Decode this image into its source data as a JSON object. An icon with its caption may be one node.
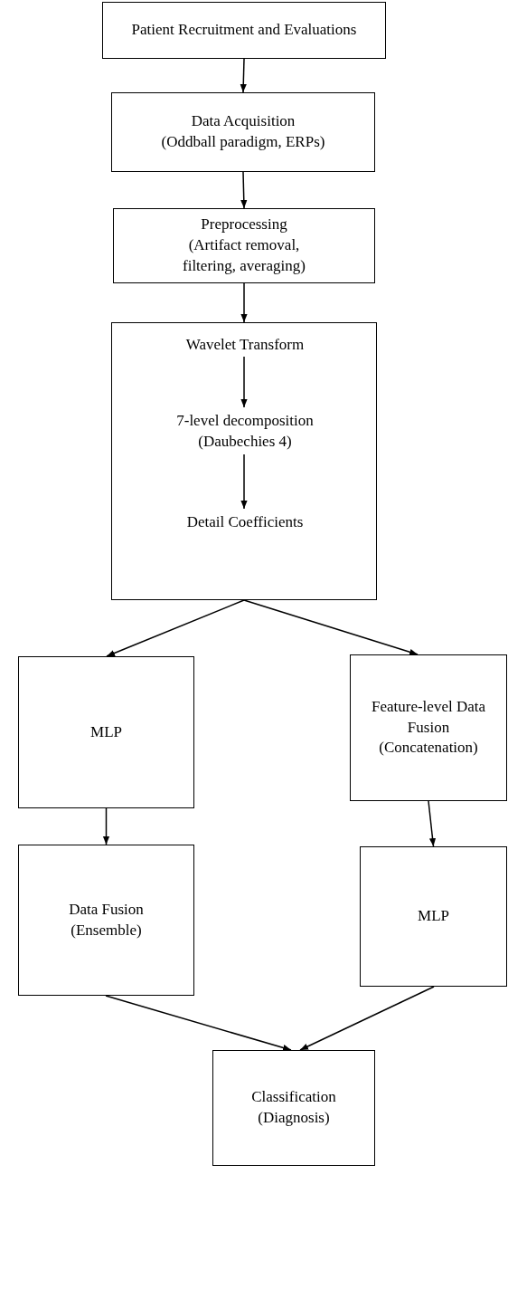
{
  "diagram": {
    "nodes": [
      {
        "text": [
          "Patient Recruitment and Evaluations"
        ]
      },
      {
        "text": [
          "Data Acquisition",
          "(Oddball paradigm, ERPs)"
        ]
      },
      {
        "text": [
          "Preprocessing",
          "(Artifact removal, filtering, averaging)"
        ]
      },
      {
        "text": [],
        "shape": "box"
      },
      {
        "text": [
          "Wavelet Transform"
        ],
        "in": 3
      },
      {
        "text": [
          "7-level decomposition",
          "(Daubechies 4)"
        ],
        "in": 3
      },
      {
        "text": [
          "Detail Coefficients"
        ],
        "in": 3
      },
      {
        "text": [
          "MLP"
        ]
      },
      {
        "text": [
          "Feature-level Data Fusion",
          "(Concatenation)"
        ]
      },
      {
        "text": [
          "Data Fusion",
          "(Ensemble)"
        ]
      },
      {
        "text": [
          "MLP"
        ]
      },
      {
        "text": [
          "Classification",
          "(Diagnosis)"
        ]
      }
    ],
    "edges": [
      {
        "from": 0,
        "to": 1,
        "arrow": "to"
      },
      {
        "from": 1,
        "to": 2,
        "arrow": "to"
      },
      {
        "from": 2,
        "to": 3,
        "arrow": "to"
      },
      {
        "from": 4,
        "to": 5,
        "arrow": "to"
      },
      {
        "from": 5,
        "to": 6,
        "arrow": "to"
      },
      {
        "from": 3,
        "to": 7,
        "arrow": "to"
      },
      {
        "from": 3,
        "to": 8,
        "arrow": "to"
      },
      {
        "from": 7,
        "to": 9,
        "arrow": "to"
      },
      {
        "from": 8,
        "to": 10,
        "arrow": "to"
      },
      {
        "from": 9,
        "to": 11,
        "arrow": "to"
      },
      {
        "from": 10,
        "to": 11,
        "arrow": "to"
      }
    ]
  }
}
